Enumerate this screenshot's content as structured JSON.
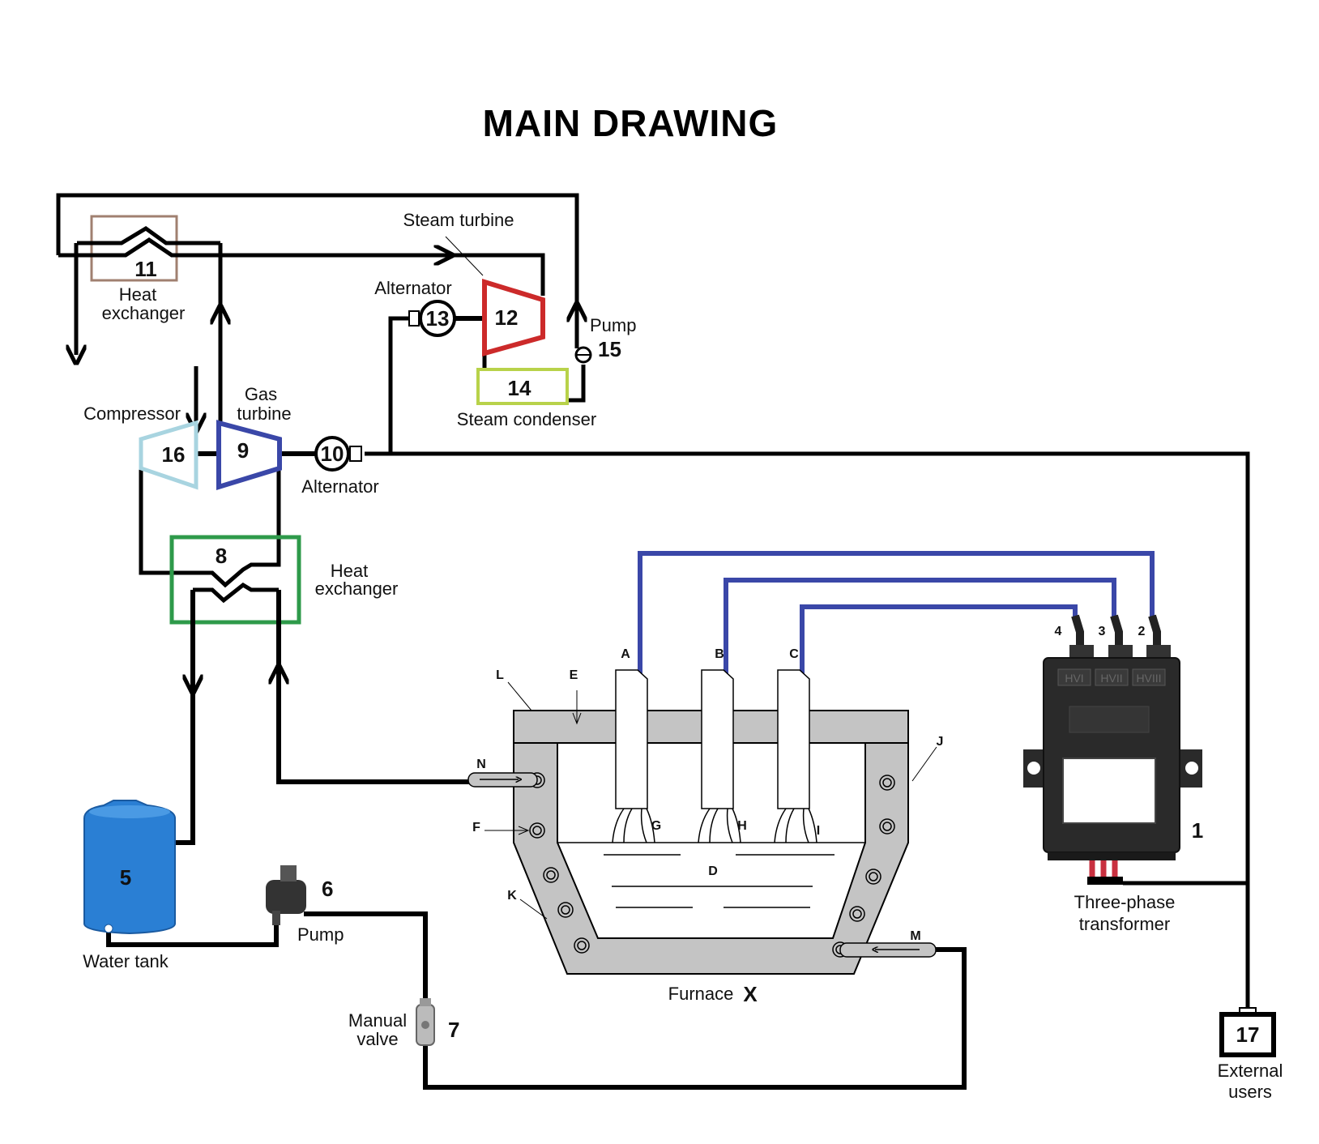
{
  "title": "MAIN DRAWING",
  "colors": {
    "heat_exchanger_11": "#a08070",
    "steam_turbine_12": "#cc2a2a",
    "steam_condenser_14": "#b8d24a",
    "gas_turbine_9": "#3a47a8",
    "compressor_16": "#a8d4e0",
    "heat_exchanger_8": "#2e9a4a",
    "electrode_cable": "#3a47a8",
    "water_tank": "#2a7fd4",
    "furnace_wall": "#c4c4c4",
    "transformer_body": "#2a2a2a",
    "transformer_cable": "#c83040"
  },
  "components": {
    "heat_exchanger_top": {
      "number": "11",
      "label_line1": "Heat",
      "label_line2": "exchanger"
    },
    "steam_turbine": {
      "number": "12",
      "label": "Steam turbine"
    },
    "alternator_top": {
      "number": "13",
      "label": "Alternator"
    },
    "steam_condenser": {
      "number": "14",
      "label": "Steam condenser"
    },
    "pump_top": {
      "number": "15",
      "label": "Pump"
    },
    "compressor": {
      "number": "16",
      "label": "Compressor"
    },
    "gas_turbine": {
      "number": "9",
      "label_line1": "Gas",
      "label_line2": "turbine"
    },
    "alternator_mid": {
      "number": "10",
      "label": "Alternator"
    },
    "heat_exchanger_mid": {
      "number": "8",
      "label_line1": "Heat",
      "label_line2": "exchanger"
    },
    "water_tank": {
      "number": "5",
      "label": "Water tank"
    },
    "pump_bottom": {
      "number": "6",
      "label": "Pump"
    },
    "manual_valve": {
      "number": "7",
      "label_line1": "Manual",
      "label_line2": "valve"
    },
    "transformer": {
      "number": "1",
      "label_line1": "Three-phase",
      "label_line2": "transformer",
      "terminals": [
        "4",
        "3",
        "2"
      ],
      "panel_marks": [
        "HVI",
        "HVII",
        "HVIII"
      ]
    },
    "external_users": {
      "number": "17",
      "label_line1": "External",
      "label_line2": "users"
    },
    "furnace": {
      "label": "Furnace",
      "letter": "X"
    }
  },
  "furnace_letters": [
    "A",
    "B",
    "C",
    "L",
    "E",
    "N",
    "G",
    "H",
    "I",
    "J",
    "F",
    "D",
    "K",
    "M"
  ]
}
